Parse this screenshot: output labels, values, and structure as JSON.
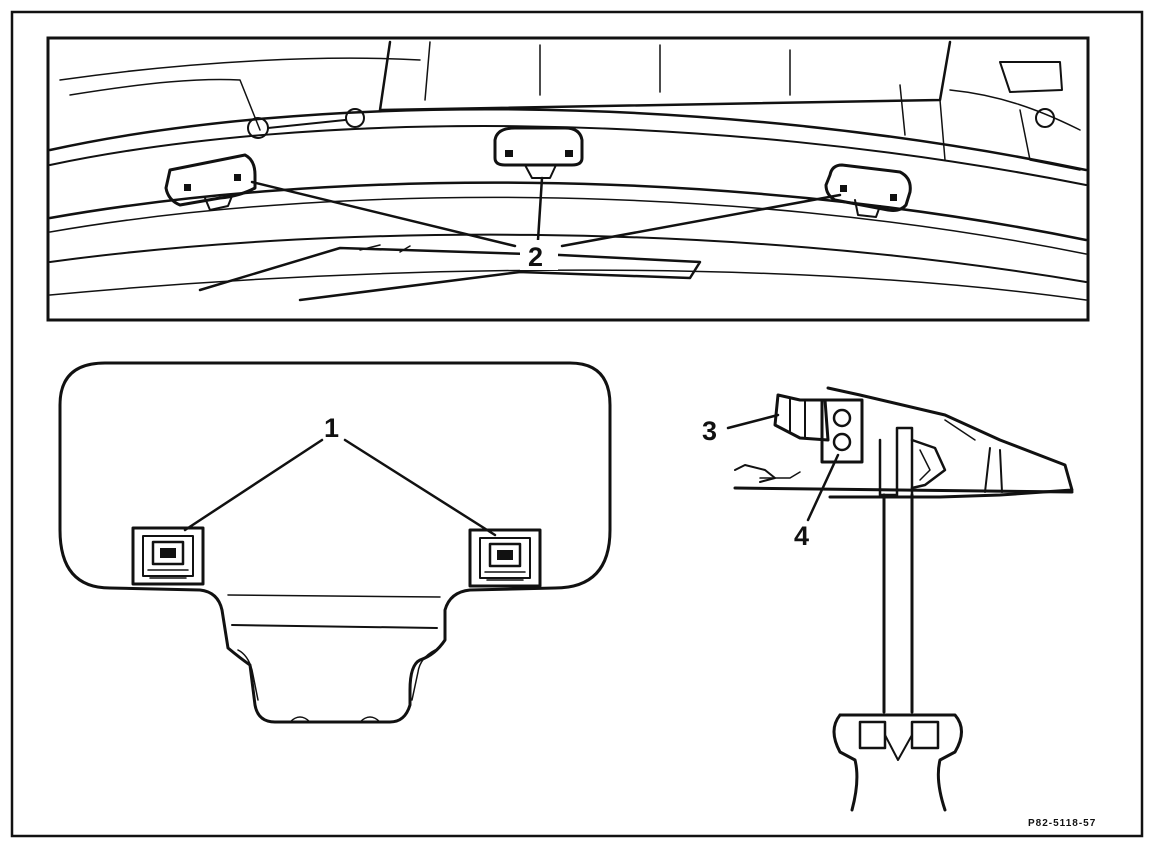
{
  "figure": {
    "reference_code": "P82-5118-57",
    "callouts": [
      "1",
      "2",
      "3",
      "4"
    ]
  },
  "colors": {
    "ink": "#111111",
    "paper": "#ffffff"
  }
}
